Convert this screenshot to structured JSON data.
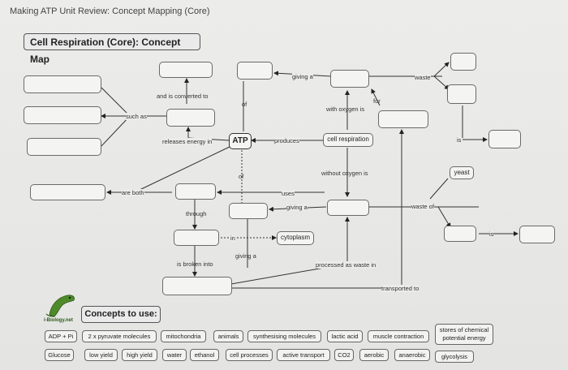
{
  "page": {
    "title": "Making ATP Unit Review: Concept Mapping (Core)",
    "banner": "Cell Respiration (Core): Concept Map"
  },
  "map": {
    "atp": "ATP",
    "cell_respiration": "cell respiration",
    "cytoplasm": "cytoplasm",
    "yeast": "yeast",
    "links": {
      "giving_a_top": "giving a",
      "waste_top": "waste",
      "and_is_converted_to": "and is converted to",
      "of_top": "of",
      "for": "for",
      "with_oxygen_is": "with oxygen is",
      "such_as": "such as",
      "releases_energy_in": "releases energy in",
      "produces": "produces",
      "is_right": "is",
      "of_mid": "of",
      "without_oxygen_is": "without oxygen is",
      "are_both": "are both",
      "uses": "uses",
      "through": "through",
      "giving_a_mid": "giving a",
      "waste_of": "waste of",
      "in": "in",
      "is_bottom_right": "is",
      "giving_a_low": "giving a",
      "is_broken_into": "is broken into",
      "processed_as_waste_in": "processed as waste in",
      "transported_to": "transported to"
    }
  },
  "logo": {
    "text": "i-Biology.net",
    "icon": "lizard-icon"
  },
  "concepts": {
    "heading": "Concepts to use:",
    "row1": [
      "ADP + Pi",
      "2 x pyruvate molecules",
      "mitochondria",
      "animals",
      "synthesising molecules",
      "lactic acid",
      "muscle contraction",
      "stores of chemical potential energy"
    ],
    "row2": [
      "Glucose",
      "low yield",
      "high yield",
      "water",
      "ethanol",
      "cell processes",
      "active transport",
      "CO2",
      "aerobic",
      "anaerobic",
      "glycolysis"
    ]
  },
  "colors": {
    "background": "#e9e9e7",
    "box_border": "#6a6a6a",
    "box_fill": "#f4f4f2",
    "logo_green": "#4e8a2a"
  }
}
